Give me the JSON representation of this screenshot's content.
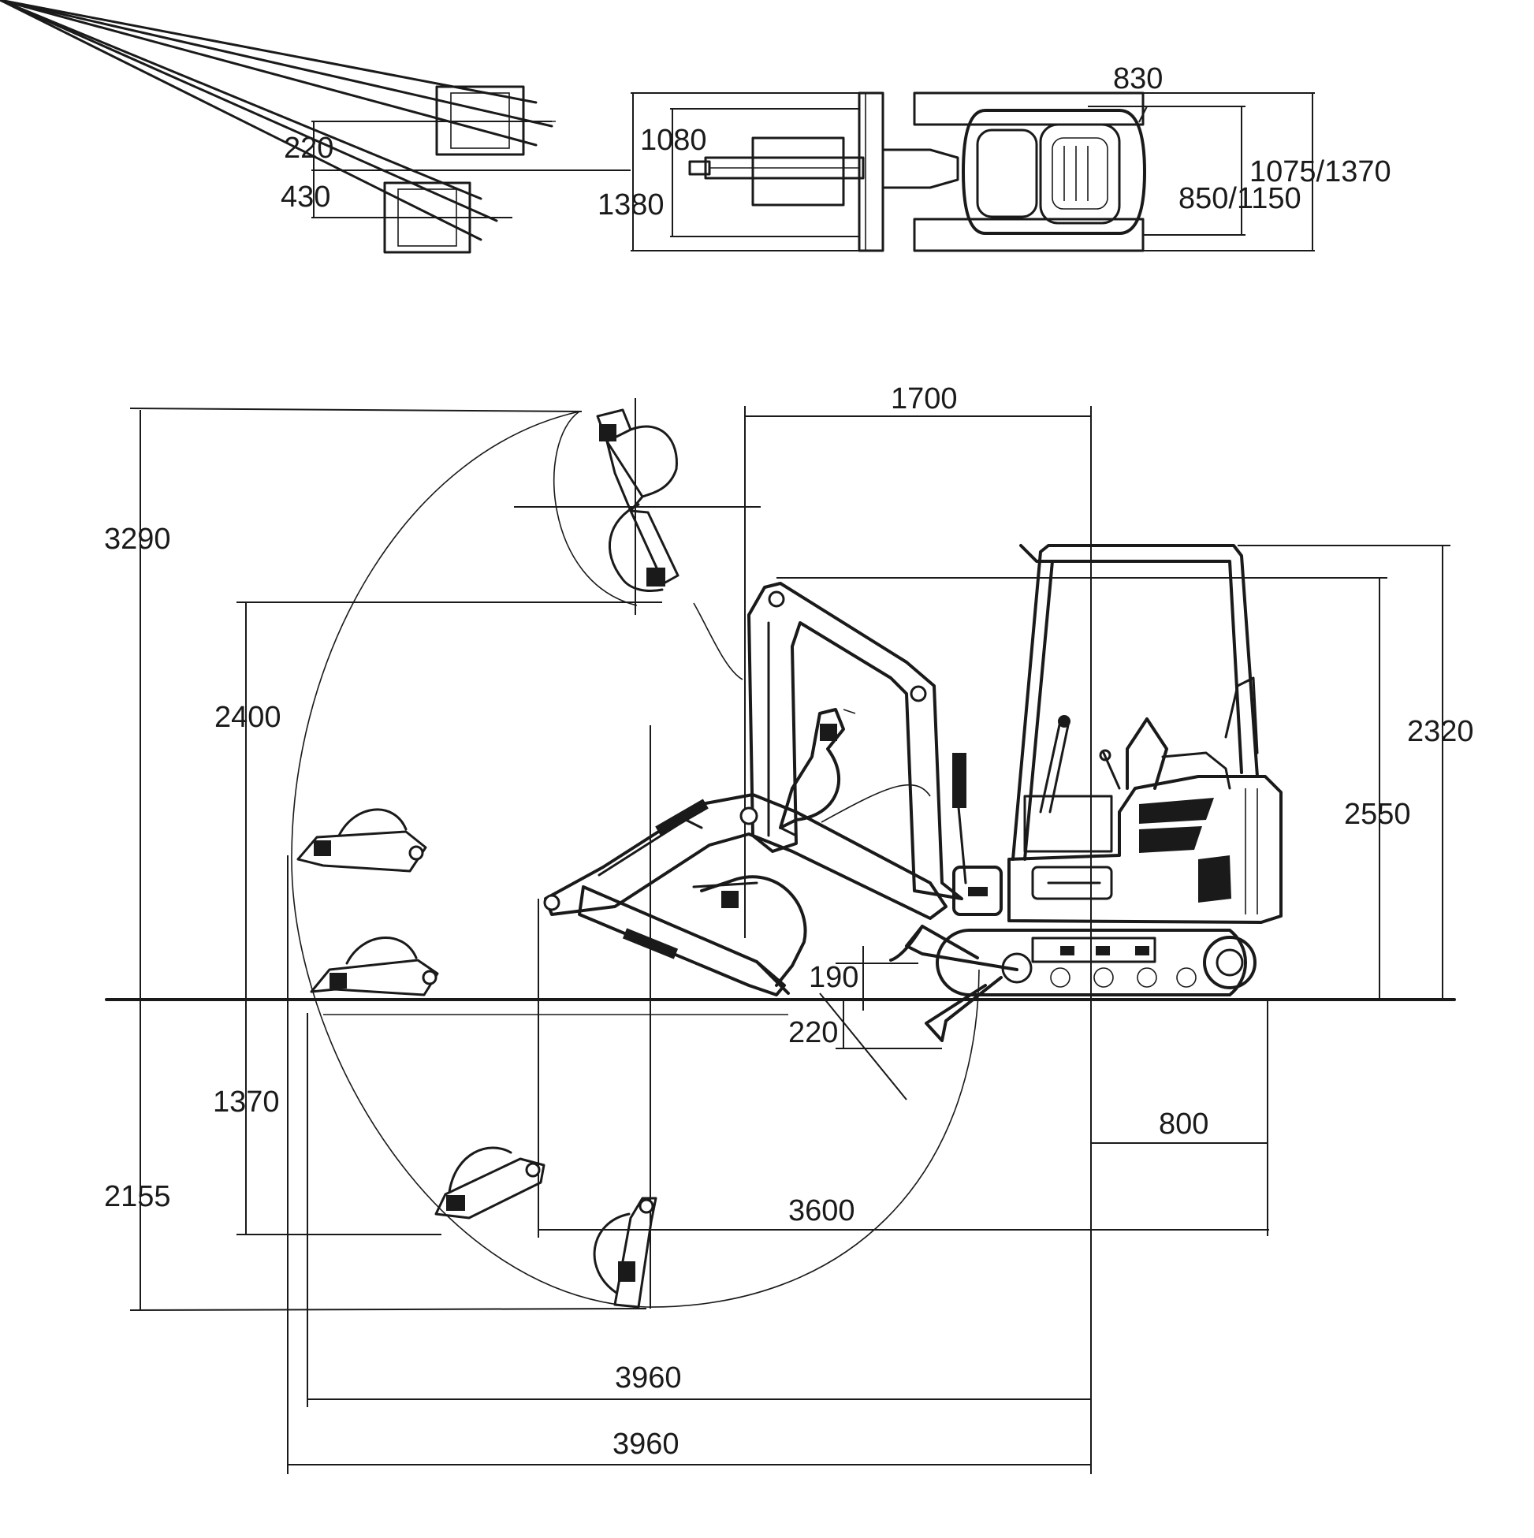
{
  "top_view": {
    "bucket_width_narrow": "220",
    "bucket_width_wide": "430",
    "track_gauge": "1080",
    "overall_width": "1380",
    "rear_overhang_width": "830",
    "blade_width": "1075/1370",
    "track_width": "850/1150"
  },
  "side_view": {
    "cab_to_boom_length": "1700",
    "max_digging_height": "3290",
    "max_dumping_height": "2400",
    "canopy_height": "2320",
    "overall_height": "2550",
    "blade_lift_height": "190",
    "blade_drop_depth": "220",
    "tail_swing_radius": "800",
    "max_vertical_digging_depth": "1370",
    "max_digging_depth": "2155",
    "transport_length": "3600",
    "max_reach_ground": "3960",
    "max_digging_reach": "3960"
  },
  "colors": {
    "line": "#1a1a1a",
    "background": "#ffffff"
  }
}
